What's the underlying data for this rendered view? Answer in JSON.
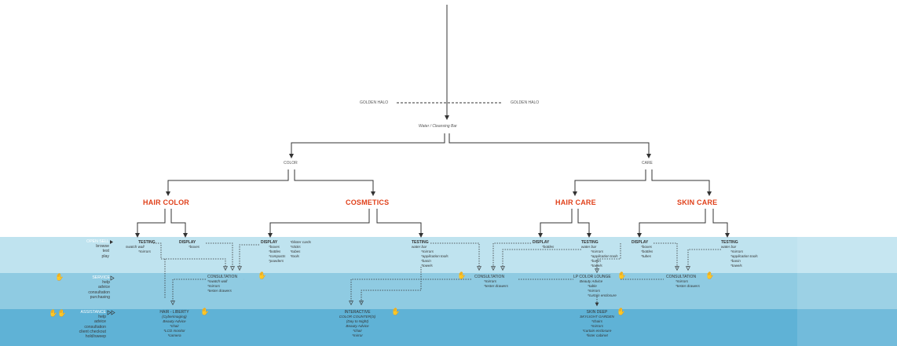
{
  "top": {
    "golden_left": "GOLDEN HALO",
    "golden_right": "GOLDEN HALO",
    "water_bar": "Water / Cleansing Bar"
  },
  "branches": {
    "color": "COLOR",
    "care": "CARE"
  },
  "categories": {
    "hair_color": "HAIR COLOR",
    "cosmetics": "COSMETICS",
    "hair_care": "HAIR CARE",
    "skin_care": "SKIN CARE"
  },
  "levels": {
    "open_sell": {
      "title": "OPEN SELL",
      "items": [
        "browse",
        "test",
        "play"
      ]
    },
    "service": {
      "title": "SERVICE",
      "items": [
        "help",
        "advice",
        "consultation",
        "purchasing"
      ]
    },
    "assistance": {
      "title": "ASSISTANCE",
      "items": [
        "help",
        "advice",
        "consultation",
        "client checkout",
        "hold/sweep"
      ]
    }
  },
  "nodes": {
    "hc_testing": {
      "title": "TESTING",
      "items": [
        "swatch wall",
        "*mirrors"
      ]
    },
    "hc_display": {
      "title": "DISPLAY",
      "items": [
        "*boxes"
      ]
    },
    "cos_display": {
      "title": "DISPLAY",
      "col1": [
        "*boxes",
        "*bottles",
        "*compacts",
        "*powders"
      ],
      "col2": [
        "*blister cards",
        "*sticks",
        "*tubes",
        "*tools"
      ]
    },
    "cos_testing": {
      "title": "TESTING",
      "items": [
        "water bar",
        "*mirrors",
        "*application tools",
        "*basin",
        "*towels"
      ]
    },
    "hca_display": {
      "title": "DISPLAY",
      "items": [
        "*bottles"
      ]
    },
    "hca_testing": {
      "title": "TESTING",
      "items": [
        "water bar",
        "*mirrors",
        "*application tools",
        "*basin",
        "*towels"
      ]
    },
    "sc_display": {
      "title": "DISPLAY",
      "items": [
        "*boxes",
        "*bottles",
        "*tubes"
      ]
    },
    "sc_testing": {
      "title": "TESTING",
      "items": [
        "water bar",
        "*mirrors",
        "*application tools",
        "*basin",
        "*towels"
      ]
    },
    "consult1": {
      "title": "CONSULTATION",
      "items": [
        "*swatch wall",
        "*mirrors",
        "*tester drawers"
      ]
    },
    "consult2": {
      "title": "CONSULTATION",
      "items": [
        "*mirrors",
        "*tester drawers"
      ]
    },
    "lounge": {
      "title": "LP COLOR LOUNGE",
      "items": [
        "Beauty Advice",
        "*table",
        "*mirrors",
        "*curtain enclosure"
      ]
    },
    "consult3": {
      "title": "CONSULTATION",
      "items": [
        "*mirrors",
        "*tester drawers"
      ]
    },
    "hair_liberty": {
      "title": "HAIR - LIBERTY",
      "items": [
        "(Cyberimaging)",
        "Beauty Advice",
        "*chair",
        "*LCD monitor",
        "*camera"
      ]
    },
    "interactive": {
      "title": "INTERACTIVE",
      "items": [
        "COLOR COUNTER(S)",
        "(Day to Night)",
        "Beauty Advice",
        "*chair",
        "*mirror"
      ]
    },
    "skin_deep": {
      "title": "SKIN DEEP",
      "items": [
        "SKYLIGHT GARDEN",
        "*chairs",
        "*mirrors",
        "*curtain enclosure",
        "*lister cabinet"
      ]
    }
  },
  "colors": {
    "accent": "#e0401a",
    "band_open": "#bfe3ef",
    "band_service": "#8fcbe2",
    "band_assist": "#5fb2d6"
  }
}
